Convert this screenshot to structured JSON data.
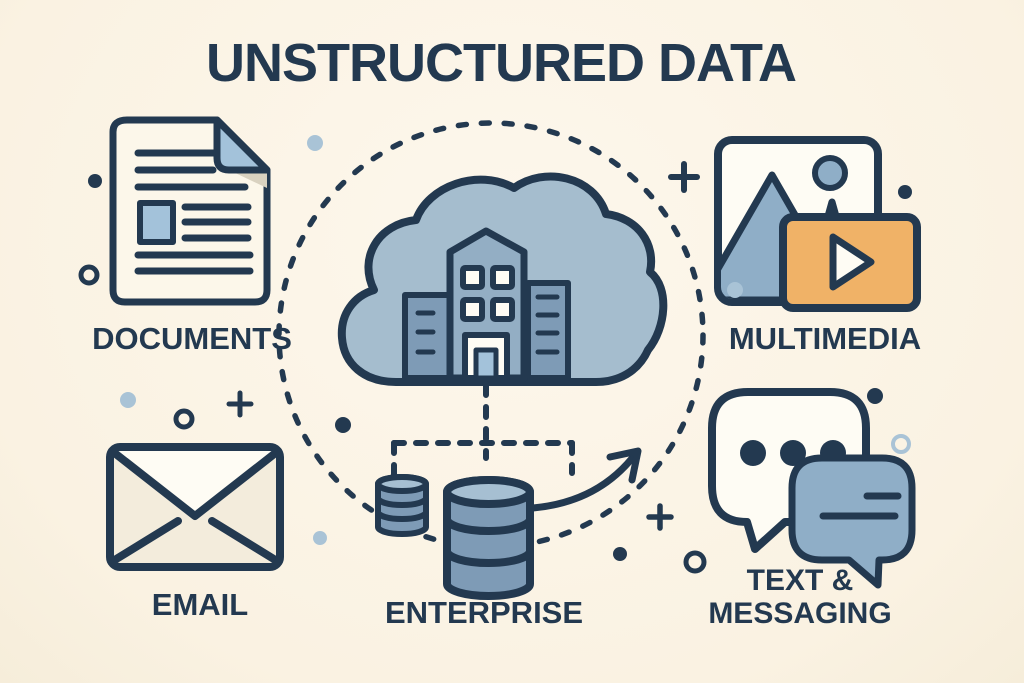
{
  "title": "UNSTRUCTURED DATA",
  "nodes": {
    "documents": {
      "label": "DOCUMENTS"
    },
    "multimedia": {
      "label": "MULTIMEDIA"
    },
    "email": {
      "label": "EMAIL"
    },
    "enterprise": {
      "label": "ENTERPRISE"
    },
    "messaging": {
      "label_line1": "TEXT &",
      "label_line2": "MESSAGING"
    }
  },
  "center": {
    "icon": "cloud-enterprise-building"
  },
  "colors": {
    "navy": "#233950",
    "background": "#FAF2E2",
    "cloud_blue": "#A5BDCE",
    "building_mid": "#93AEC4",
    "building_dark": "#7E9BB6",
    "accent_blue": "#A3C2DA",
    "bubble_blue": "#8FAEC7",
    "db_top_blue": "#A6BFD2",
    "orange": "#F0B267",
    "paper": "#FCF7EA",
    "envelope_body": "#F3ECDC",
    "white_soft": "#FEFCF4",
    "dot_blue": "#A9C3D6"
  }
}
